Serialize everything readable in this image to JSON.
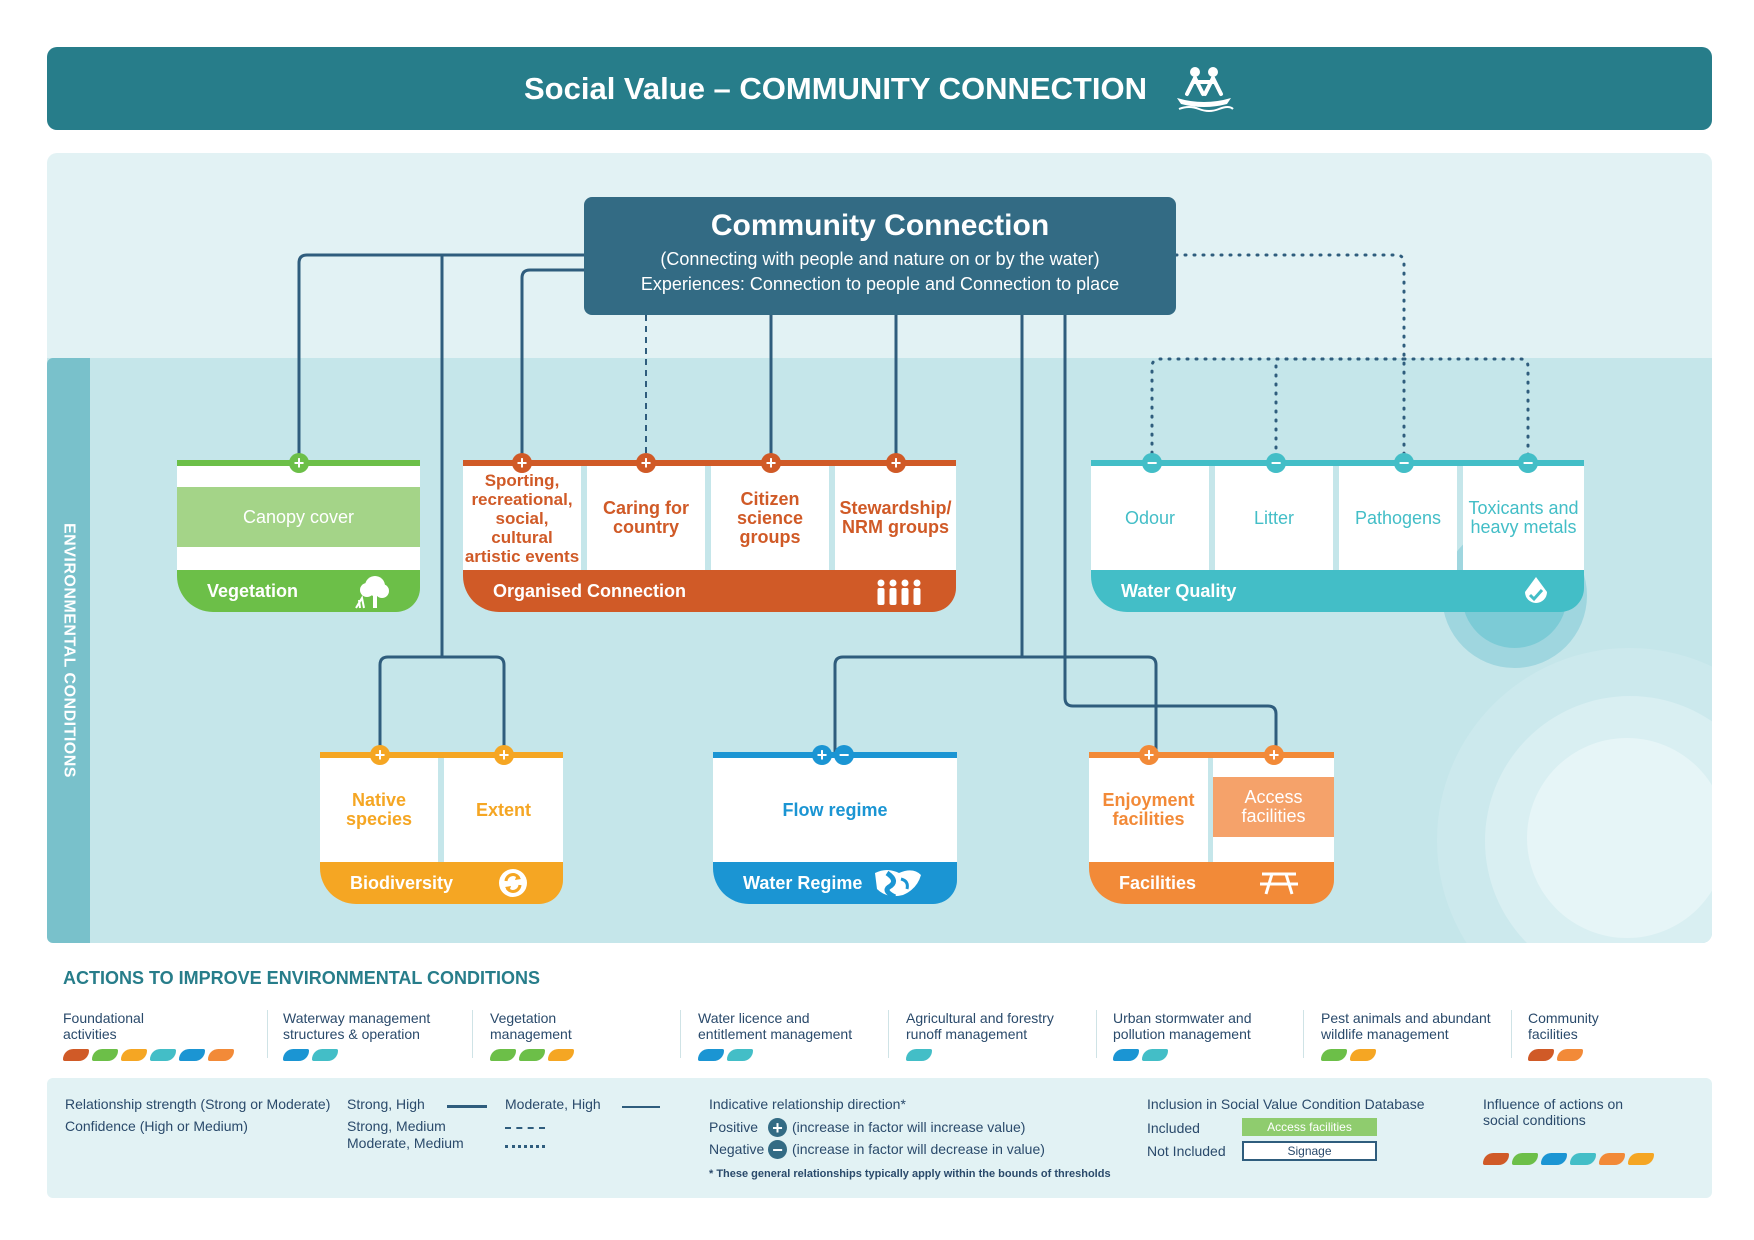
{
  "header": {
    "title": "Social Value – COMMUNITY CONNECTION",
    "icon": "people-on-water-icon"
  },
  "sidebar": {
    "label": "ENVIRONMENTAL CONDITIONS"
  },
  "central": {
    "title": "Community Connection",
    "line1": "(Connecting with people and nature on or by the water)",
    "line2": "Experiences: Connection to people and Connection to place"
  },
  "signs": {
    "plus": "+",
    "minus": "−"
  },
  "colors": {
    "vegetation": "#6cbf48",
    "organised": "#d05a27",
    "water_quality": "#43bec7",
    "biodiversity": "#f5a623",
    "water_regime": "#1b95d3",
    "facilities": "#f28a38",
    "central": "#336b84",
    "header": "#277d8a",
    "line": "#2f5d7d"
  },
  "vegetation": {
    "band": "Vegetation",
    "icon": "tree-icon",
    "items": [
      {
        "label": "Canopy cover",
        "included": true,
        "sign": "+"
      }
    ]
  },
  "organised": {
    "band": "Organised Connection",
    "icon": "people-group-icon",
    "items": [
      {
        "label": "Sporting, recreational, social, cultural artistic events",
        "sign": "+"
      },
      {
        "label": "Caring for country",
        "sign": "+"
      },
      {
        "label": "Citizen science groups",
        "sign": "+"
      },
      {
        "label": "Stewardship/ NRM groups",
        "sign": "+"
      }
    ]
  },
  "water_quality": {
    "band": "Water Quality",
    "icon": "water-drop-check-icon",
    "items": [
      {
        "label": "Odour",
        "sign": "−"
      },
      {
        "label": "Litter",
        "sign": "−"
      },
      {
        "label": "Pathogens",
        "sign": "−"
      },
      {
        "label": "Toxicants and heavy metals",
        "sign": "−"
      }
    ]
  },
  "biodiversity": {
    "band": "Biodiversity",
    "icon": "cycle-icon",
    "items": [
      {
        "label": "Native species",
        "sign": "+"
      },
      {
        "label": "Extent",
        "sign": "+"
      }
    ]
  },
  "water_regime": {
    "band": "Water Regime",
    "icon": "river-icon",
    "items": [
      {
        "label": "Flow regime",
        "sign": "+/−"
      }
    ]
  },
  "facilities": {
    "band": "Facilities",
    "icon": "picnic-table-icon",
    "items": [
      {
        "label": "Enjoyment facilities",
        "sign": "+"
      },
      {
        "label": "Access facilities",
        "sign": "+",
        "included": true
      }
    ]
  },
  "actions": {
    "heading": "ACTIONS TO IMPROVE ENVIRONMENTAL CONDITIONS",
    "items": [
      {
        "label": "Foundational activities",
        "leaves": [
          "#d05a27",
          "#6cbf48",
          "#f5a623",
          "#43bec7",
          "#1b95d3",
          "#f28a38"
        ]
      },
      {
        "label": "Waterway management structures & operation",
        "leaves": [
          "#1b95d3",
          "#43bec7"
        ]
      },
      {
        "label": "Vegetation management",
        "leaves": [
          "#6cbf48",
          "#6cbf48",
          "#f5a623"
        ]
      },
      {
        "label": "Water licence and entitlement management",
        "leaves": [
          "#1b95d3",
          "#43bec7"
        ]
      },
      {
        "label": "Agricultural and forestry runoff management",
        "leaves": [
          "#43bec7"
        ]
      },
      {
        "label": "Urban stormwater and pollution management",
        "leaves": [
          "#1b95d3",
          "#43bec7"
        ]
      },
      {
        "label": "Pest animals and abundant wildlife management",
        "leaves": [
          "#6cbf48",
          "#f5a623"
        ]
      },
      {
        "label": "Community facilities",
        "leaves": [
          "#d05a27",
          "#f28a38"
        ]
      }
    ]
  },
  "legend": {
    "strength_label": "Relationship strength (Strong or Moderate)",
    "confidence_label": "Confidence (High or Medium)",
    "strong_high": "Strong, High",
    "moderate_high": "Moderate, High",
    "strong_medium": "Strong, Medium",
    "moderate_medium": "Moderate, Medium",
    "direction_title": "Indicative relationship direction*",
    "positive": "Positive",
    "positive_desc": "(increase in factor will increase value)",
    "negative": "Negative",
    "negative_desc": "(increase in factor will decrease in value)",
    "footnote": "* These general relationships typically apply within the bounds of thresholds",
    "inclusion_title": "Inclusion in Social Value Condition Database",
    "included": "Included",
    "included_example": "Access facilities",
    "not_included": "Not Included",
    "not_included_example": "Signage",
    "influence_title": "Influence of actions on social conditions",
    "influence_leaves": [
      "#d05a27",
      "#6cbf48",
      "#1b95d3",
      "#43bec7",
      "#f28a38",
      "#f5a623"
    ]
  }
}
